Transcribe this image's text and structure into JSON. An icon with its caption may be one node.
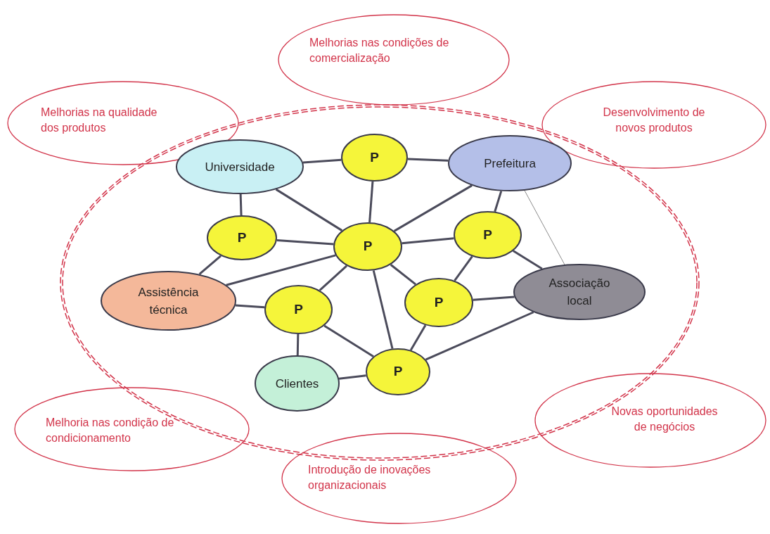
{
  "diagram": {
    "nodes": [
      {
        "text": [
          "Melhorias nas condições de comercialização"
        ]
      },
      {
        "text": [
          "Melhorias na qualidade dos produtos"
        ]
      },
      {
        "text": [
          "Desenvolvimento de novos produtos"
        ]
      },
      {
        "text": [],
        "shape": "ellipse"
      },
      {
        "text": [
          "Universidade"
        ],
        "in": 3
      },
      {
        "text": [
          "P"
        ],
        "in": 3
      },
      {
        "text": [
          "Prefeitura"
        ],
        "in": 3
      },
      {
        "text": [
          "P"
        ],
        "in": 3
      },
      {
        "text": [
          "P"
        ],
        "in": 3
      },
      {
        "text": [
          "P"
        ],
        "in": 3
      },
      {
        "text": [
          "Assistência técnica"
        ],
        "in": 3
      },
      {
        "text": [
          "P"
        ],
        "in": 3
      },
      {
        "text": [
          "P"
        ],
        "in": 3
      },
      {
        "text": [
          "Associação local"
        ],
        "in": 3
      },
      {
        "text": [
          "Clientes"
        ],
        "in": 3
      },
      {
        "text": [
          "P"
        ],
        "in": 3
      },
      {
        "text": [
          "Melhoria nas condição de condicionamento"
        ]
      },
      {
        "text": [
          "Novas oportunidades de negócios"
        ]
      },
      {
        "text": [
          "Introdução de inovações organizacionais"
        ]
      }
    ],
    "edges": [
      {
        "from": 4,
        "to": 5,
        "arrow": "none"
      },
      {
        "from": 5,
        "to": 6,
        "arrow": "none"
      },
      {
        "from": 4,
        "to": 8,
        "arrow": "none"
      },
      {
        "from": 5,
        "to": 8,
        "arrow": "none"
      },
      {
        "from": 6,
        "to": 8,
        "arrow": "none"
      },
      {
        "from": 6,
        "to": 9,
        "arrow": "none"
      },
      {
        "from": 6,
        "to": 13,
        "arrow": "none",
        "color": "#8a8a8a"
      },
      {
        "from": 4,
        "to": 7,
        "arrow": "none"
      },
      {
        "from": 7,
        "to": 8,
        "arrow": "none"
      },
      {
        "from": 7,
        "to": 10,
        "arrow": "none"
      },
      {
        "from": 10,
        "to": 8,
        "arrow": "none"
      },
      {
        "from": 8,
        "to": 9,
        "arrow": "none"
      },
      {
        "from": 8,
        "to": 11,
        "arrow": "none"
      },
      {
        "from": 8,
        "to": 12,
        "arrow": "none"
      },
      {
        "from": 8,
        "to": 15,
        "arrow": "none"
      },
      {
        "from": 9,
        "to": 12,
        "arrow": "none"
      },
      {
        "from": 9,
        "to": 13,
        "arrow": "none"
      },
      {
        "from": 10,
        "to": 11,
        "arrow": "none"
      },
      {
        "from": 12,
        "to": 13,
        "arrow": "none"
      },
      {
        "from": 12,
        "to": 15,
        "arrow": "none"
      },
      {
        "from": 11,
        "to": 14,
        "arrow": "none"
      },
      {
        "from": 11,
        "to": 15,
        "arrow": "none"
      },
      {
        "from": 14,
        "to": 15,
        "arrow": "none"
      },
      {
        "from": 15,
        "to": 13,
        "arrow": "none"
      }
    ]
  }
}
